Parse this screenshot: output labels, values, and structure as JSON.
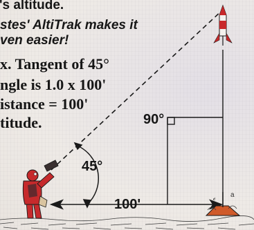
{
  "text": {
    "line1": "'s altitude.",
    "line2": "stes' AltiTrak makes it",
    "line3": "ven easier!",
    "line4": "x. Tangent of 45°",
    "line5": "ngle is 1.0 x 100'",
    "line6": "istance = 100'",
    "line7": "titude."
  },
  "diagram": {
    "right_angle_label": "90°",
    "angle_label": "45°",
    "distance_label": "100'",
    "pad_mark": "a"
  },
  "colors": {
    "ink": "#161616",
    "paper": "#ece8e4",
    "rocket_red": "#c8282a",
    "observer_red": "#c62a2c"
  },
  "icons": [
    "rocket-icon",
    "observer-figure-icon",
    "launch-pad-icon"
  ]
}
